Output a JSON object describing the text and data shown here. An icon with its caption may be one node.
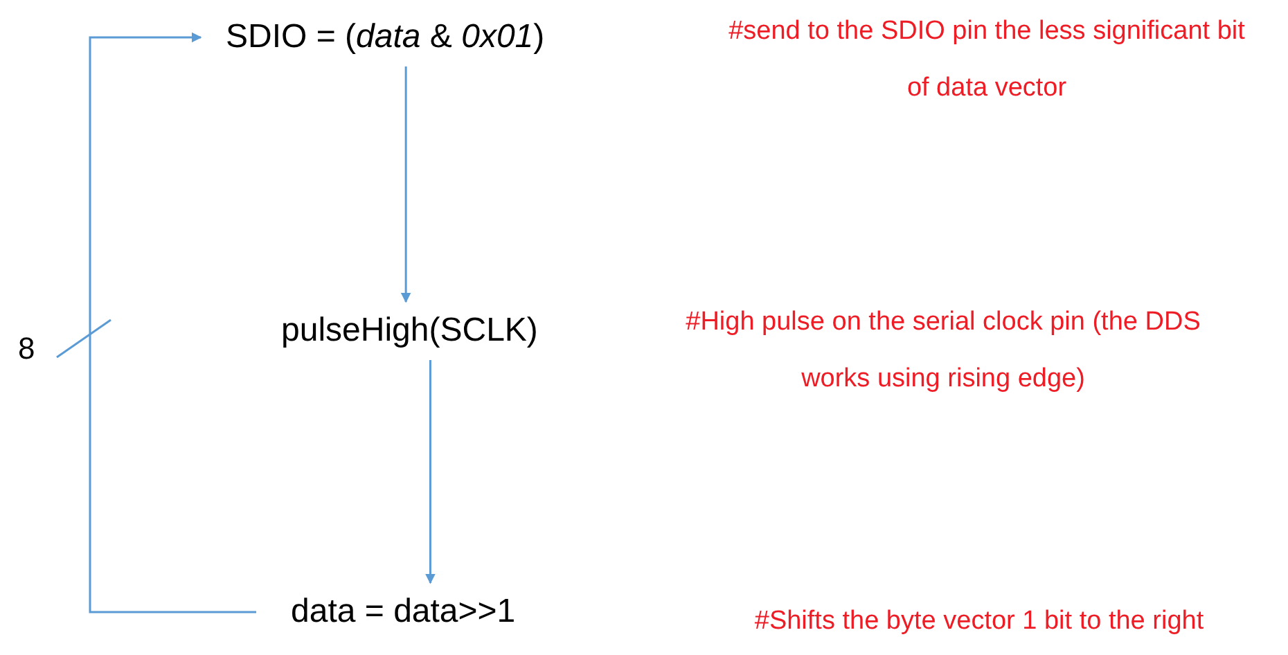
{
  "diagram": {
    "nodes": [
      {
        "text": [
          "SDIO = (*data* & *0x01*)"
        ]
      },
      {
        "text": [
          "pulseHigh(SCLK)"
        ]
      },
      {
        "text": [
          "data = data>>1"
        ]
      }
    ],
    "edges": [
      {
        "from": 0,
        "to": 1,
        "arrow": "to"
      },
      {
        "from": 1,
        "to": 2,
        "arrow": "to"
      },
      {
        "from": 2,
        "to": 0,
        "arrow": "to"
      }
    ],
    "labels": [
      "#send to the SDIO pin the less significant bit of data vector",
      "#High pulse on the serial clock pin (the DDS works using rising edge)",
      "8",
      "#Shifts the byte vector 1 bit to the right"
    ]
  }
}
